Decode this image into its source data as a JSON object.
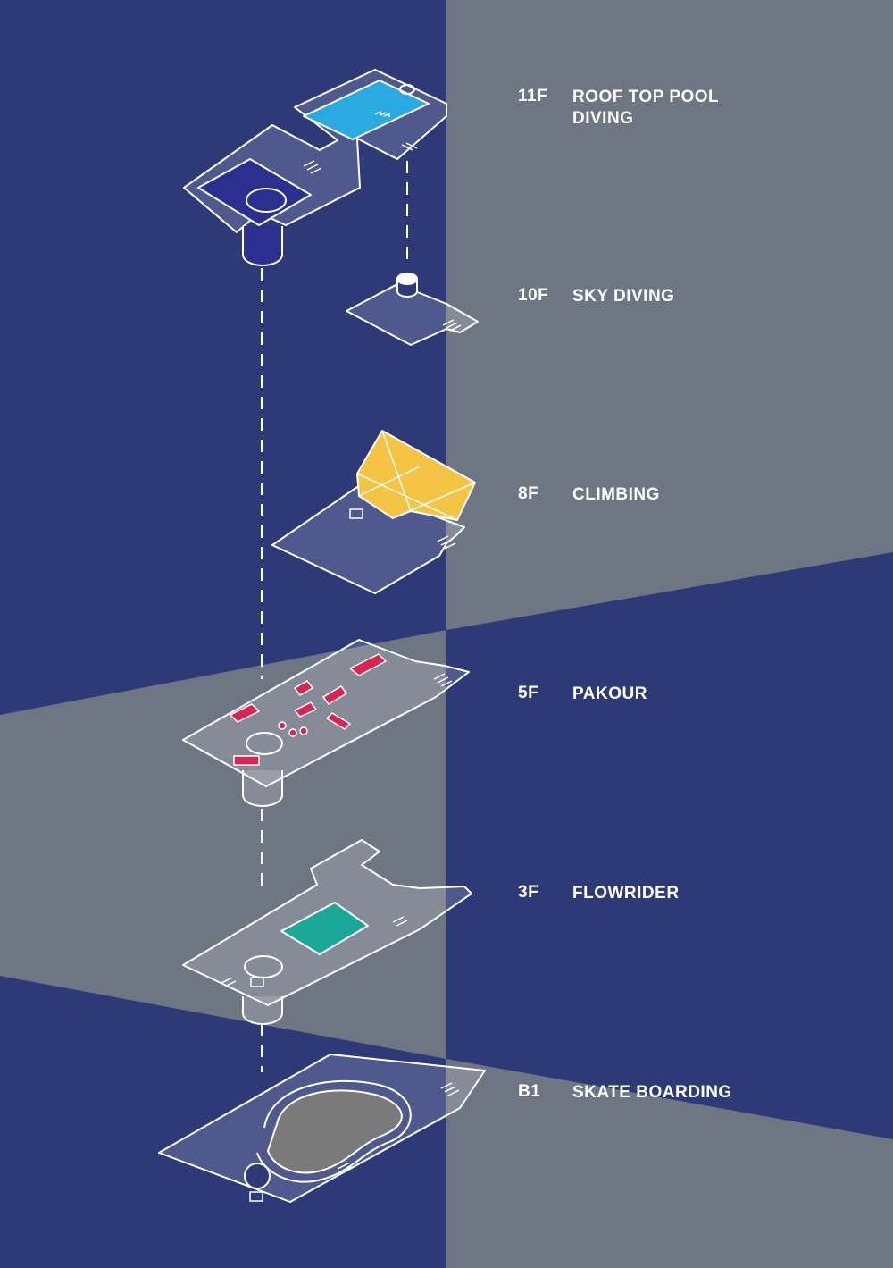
{
  "colors": {
    "navy": "#2e3a78",
    "gray": "#6f7683",
    "plate_fill": "rgba(255,255,255,0.16)",
    "plate_stroke": "#ffffff",
    "pool_light": "#29abe2",
    "pool_dark": "#2b2f8f",
    "climbing_wall": "#f6c444",
    "parkour": "#d9254f",
    "flowrider": "#1aa89a",
    "skate_bowl": "#7a7a7a"
  },
  "floors": [
    {
      "id": "11f",
      "code": "11F",
      "names": [
        "ROOF TOP POOL",
        "DIVING"
      ]
    },
    {
      "id": "10f",
      "code": "10F",
      "names": [
        "SKY DIVING"
      ]
    },
    {
      "id": "8f",
      "code": "8F",
      "names": [
        "CLIMBING"
      ]
    },
    {
      "id": "5f",
      "code": "5F",
      "names": [
        "PAKOUR"
      ]
    },
    {
      "id": "3f",
      "code": "3F",
      "names": [
        "FLOWRIDER"
      ]
    },
    {
      "id": "b1",
      "code": "B1",
      "names": [
        "SKATE BOARDING"
      ]
    }
  ],
  "icons": {
    "stairs": "stairs-icon",
    "elevator": "elevator-icon"
  }
}
